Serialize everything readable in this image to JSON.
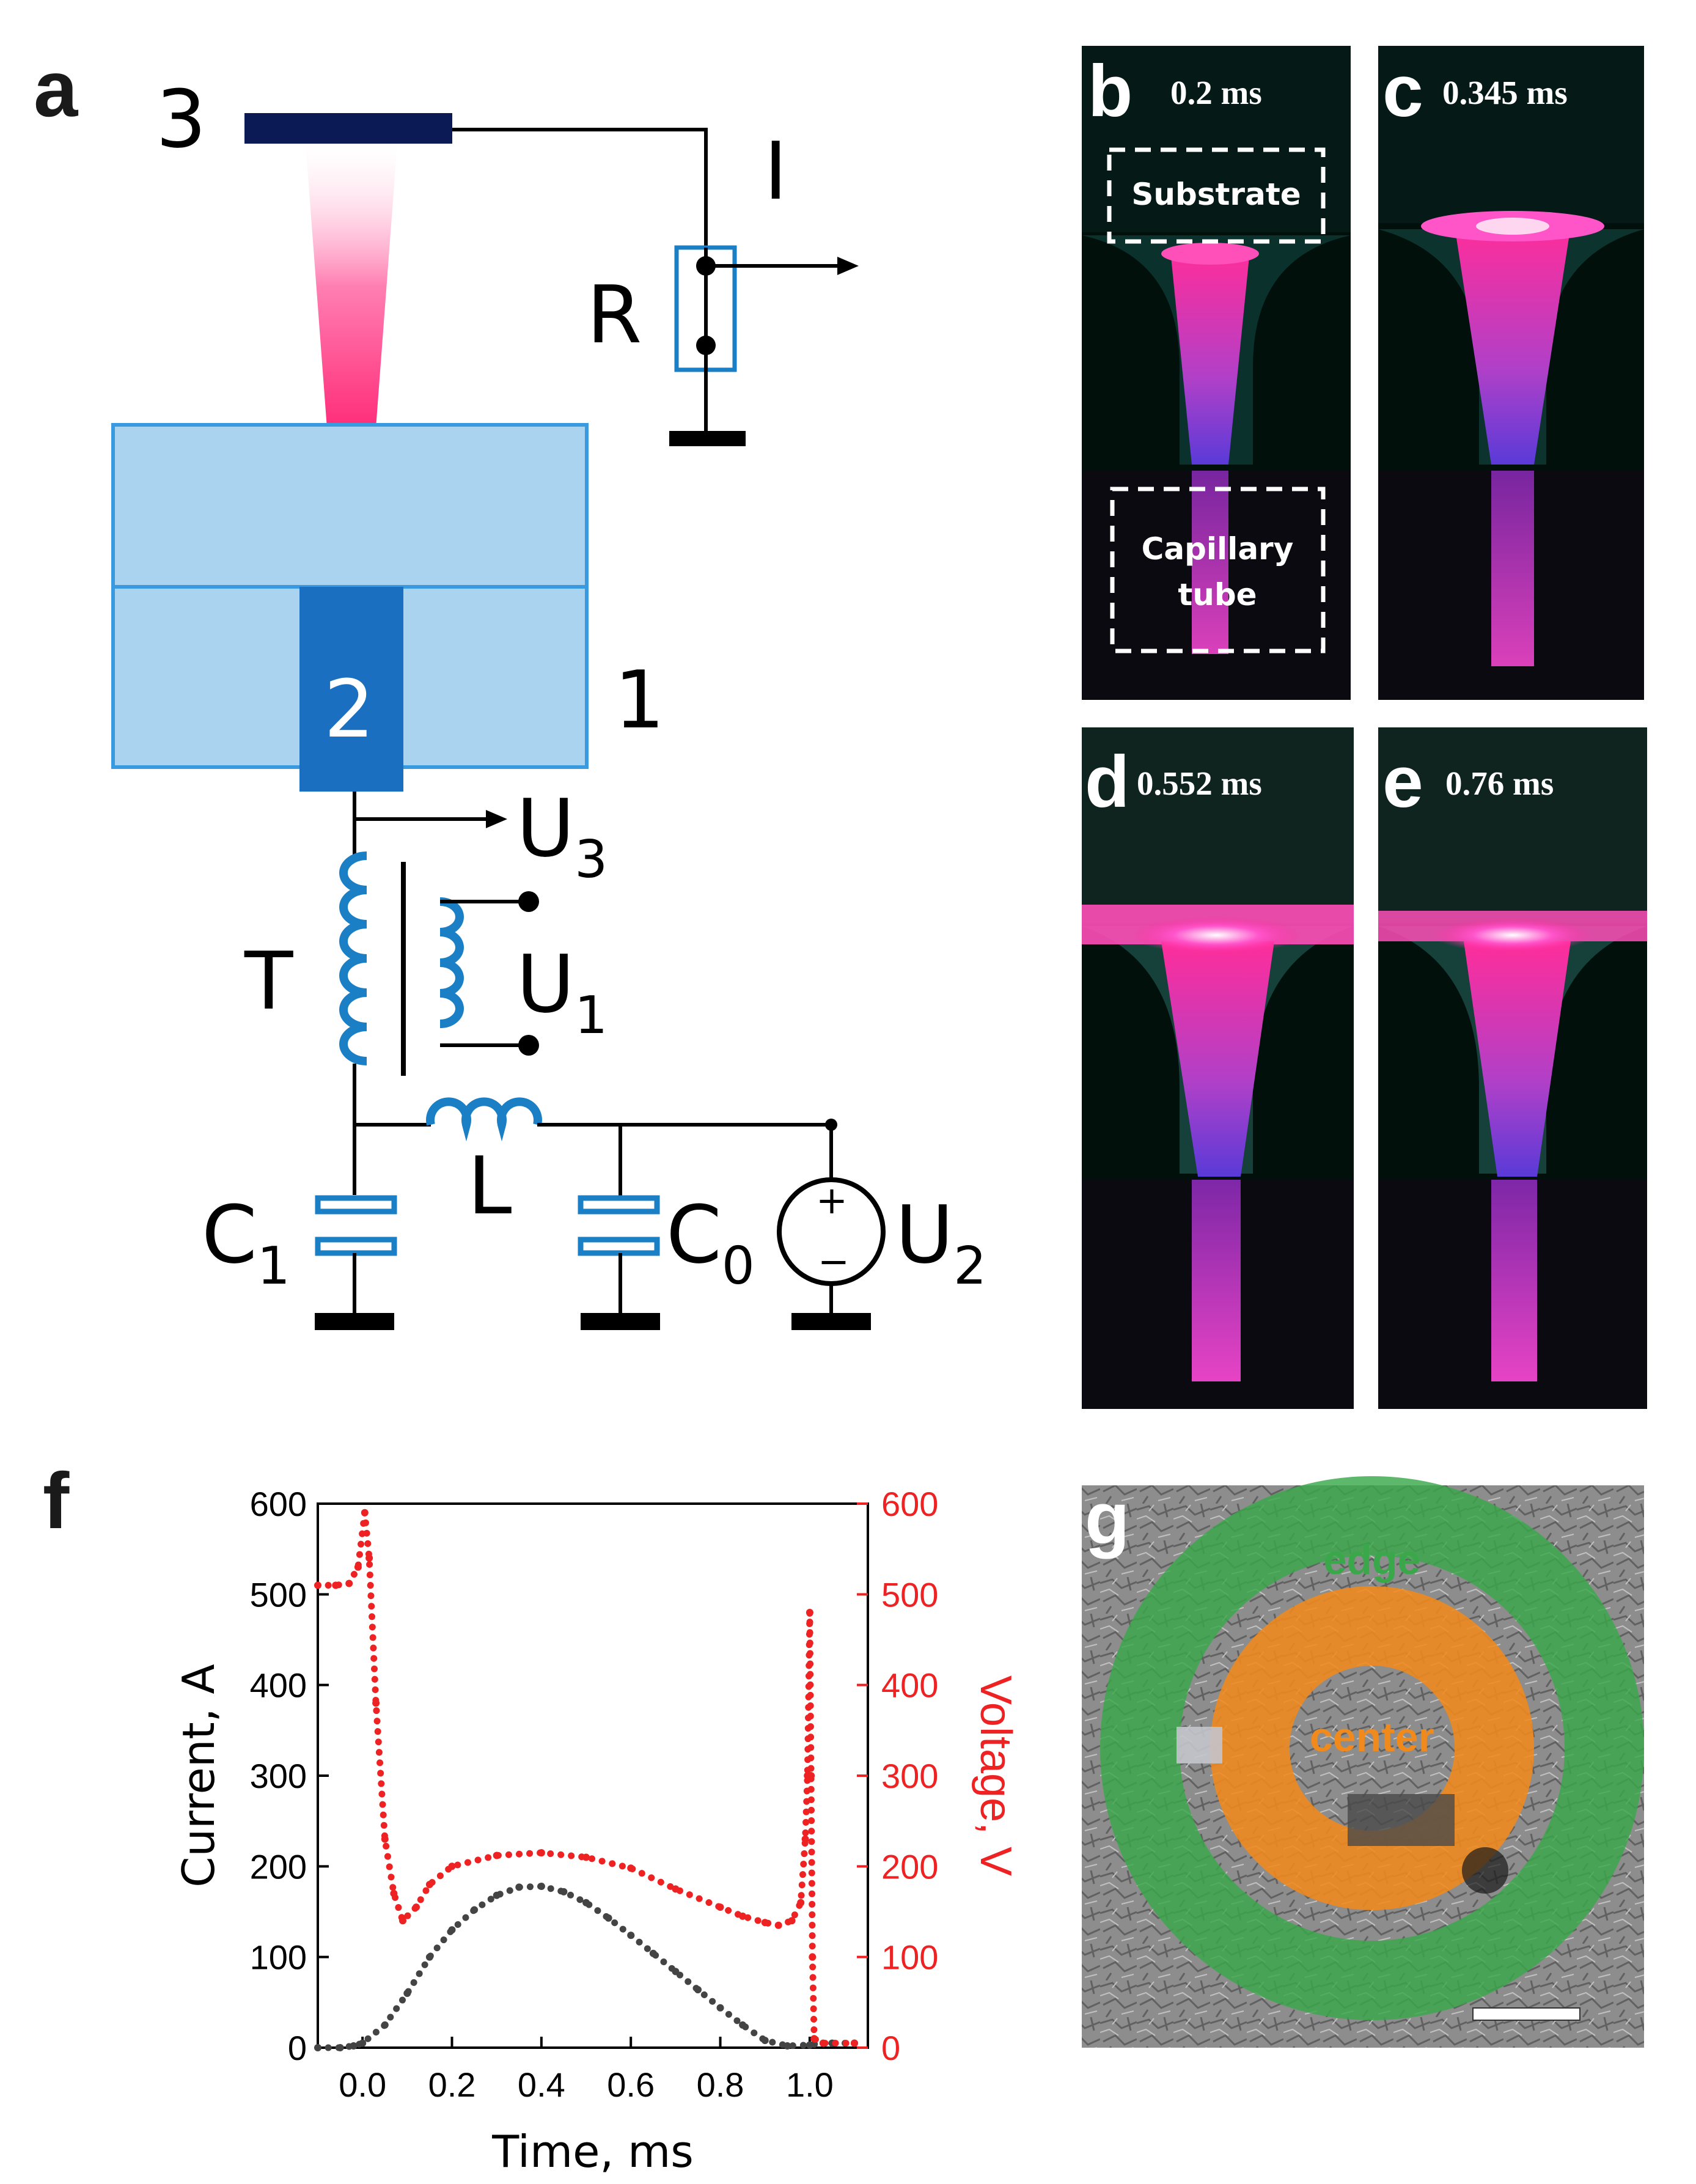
{
  "panel_labels": {
    "a": "a",
    "b": "b",
    "c": "c",
    "d": "d",
    "e": "e",
    "f": "f",
    "g": "g"
  },
  "circuit": {
    "label_1": "1",
    "label_2": "2",
    "label_3": "3",
    "label_R": "R",
    "label_I": "I",
    "label_U": "U",
    "sub_3": "3",
    "sub_1": "1",
    "sub_2": "2",
    "label_T": "T",
    "label_L": "L",
    "label_C": "C",
    "sub_C1": "1",
    "sub_C0": "0",
    "plus": "+",
    "minus": "−"
  },
  "photos": {
    "b": {
      "time": "0.2 ms",
      "box_top": "Substrate",
      "box_bottom_1": "Capillary",
      "box_bottom_2": "tube"
    },
    "c": {
      "time": "0.345 ms"
    },
    "d": {
      "time": "0.552 ms"
    },
    "e": {
      "time": "0.76 ms"
    }
  },
  "sem": {
    "ring_outer": "edge",
    "ring_inner": "center"
  },
  "colors": {
    "plasma": "#ff2d8a",
    "circuit_blue": "#1a7fc4",
    "dark_navy": "#0b1a55",
    "voltage": "#ee2222",
    "current": "#444444",
    "ring_green": "#3aa84a",
    "ring_orange": "#f08a1c"
  },
  "chart_data": {
    "type": "scatter",
    "xlabel": "Time, ms",
    "ylabel": "Current, A",
    "ylabel_right": "Voltage, V",
    "xlim": [
      -0.1,
      1.13
    ],
    "ylim": [
      0,
      600
    ],
    "ylim_right": [
      0,
      600
    ],
    "x_ticks": [
      "0.0",
      "0.2",
      "0.4",
      "0.6",
      "0.8",
      "1.0"
    ],
    "y_ticks": [
      "0",
      "100",
      "200",
      "300",
      "400",
      "500",
      "600"
    ],
    "y_ticks_right": [
      "0",
      "100",
      "200",
      "300",
      "400",
      "500",
      "600"
    ],
    "grid": false,
    "series": [
      {
        "name": "Current",
        "axis": "left",
        "style": "dotted",
        "x": [
          -0.1,
          -0.05,
          -0.02,
          0.0,
          0.05,
          0.1,
          0.15,
          0.2,
          0.25,
          0.3,
          0.35,
          0.4,
          0.45,
          0.5,
          0.55,
          0.6,
          0.65,
          0.7,
          0.75,
          0.8,
          0.85,
          0.9,
          0.95,
          1.0,
          1.01,
          1.05,
          1.1
        ],
        "values": [
          0,
          0,
          2,
          5,
          25,
          60,
          100,
          130,
          152,
          168,
          177,
          178,
          172,
          160,
          143,
          124,
          104,
          84,
          64,
          44,
          25,
          8,
          2,
          3,
          4,
          5,
          5
        ]
      },
      {
        "name": "Voltage",
        "axis": "right",
        "style": "dotted",
        "x": [
          -0.1,
          -0.06,
          -0.03,
          -0.01,
          0.005,
          0.015,
          0.03,
          0.05,
          0.07,
          0.09,
          0.12,
          0.15,
          0.2,
          0.3,
          0.4,
          0.5,
          0.6,
          0.7,
          0.8,
          0.85,
          0.9,
          0.93,
          0.96,
          0.98,
          0.99,
          0.995,
          1.0,
          1.003,
          1.006,
          1.01,
          1.03,
          1.1
        ],
        "values": [
          510,
          510,
          512,
          530,
          590,
          540,
          380,
          230,
          170,
          140,
          155,
          180,
          200,
          212,
          215,
          210,
          198,
          175,
          155,
          145,
          138,
          135,
          140,
          160,
          230,
          300,
          480,
          300,
          100,
          10,
          5,
          5
        ]
      }
    ]
  }
}
